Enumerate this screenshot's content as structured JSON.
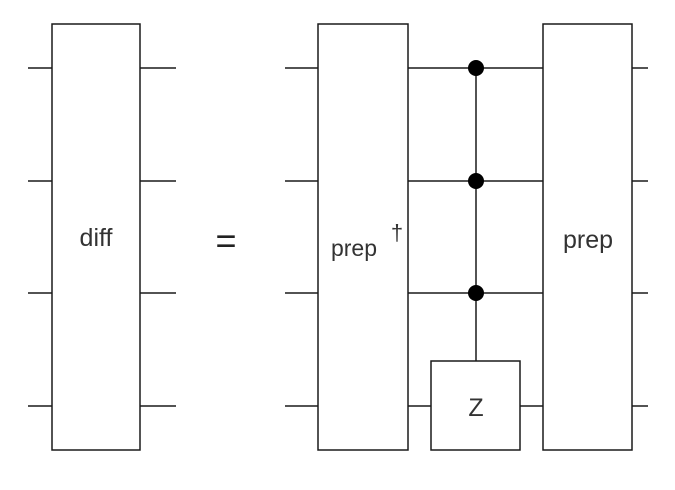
{
  "diagram": {
    "left_gate_label": "diff",
    "equals_sign": "=",
    "prep_dagger_label": "prep",
    "dagger_symbol": "†",
    "z_gate_label": "Z",
    "prep_label": "prep",
    "qubit_count": 4,
    "colors": {
      "line": "#1a1a1a",
      "control_dot": "#000000",
      "text": "#333333",
      "background": "#ffffff"
    }
  }
}
